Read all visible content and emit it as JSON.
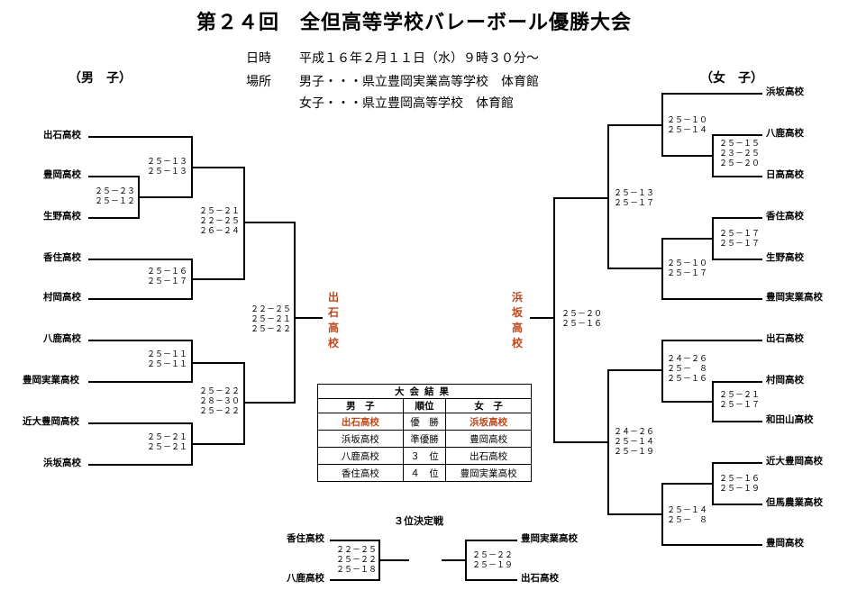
{
  "header": {
    "title": "第２４回　全但高等学校バレーボール優勝大会",
    "date_label": "日時",
    "date_value": "平成１６年２月１１日（水）９時３０分～",
    "place_label": "場所",
    "place_men": "男子・・・県立豊岡実業高等学校　体育館",
    "place_women": "女子・・・県立豊岡高等学校　体育館"
  },
  "men": {
    "heading": "（男　子）",
    "teams": [
      "出石高校",
      "豊岡高校",
      "生野高校",
      "香住高校",
      "村岡高校",
      "八鹿高校",
      "豊岡実業高校",
      "近大豊岡高校",
      "浜坂高校"
    ],
    "scores": {
      "r1_toyooka_ikuno": "２５－２３\n２５－１２",
      "r2_izushi_toyooka": "２５－１３\n２５－１３",
      "r1_kasumi_muraoka": "２５－１６\n２５－１７",
      "sf_top": "２５－２１\n２２－２５\n２６－２４",
      "r1_yoka_jitsugyo": "２５－１１\n２５－１１",
      "r1_kindai_hamasaka": "２５－２１\n２５－２１",
      "sf_bottom": "２５－２２\n２８－３０\n２５－２２",
      "final": "２２－２５\n２５－２１\n２５－２２"
    },
    "champion_chars": [
      "出",
      "石",
      "高",
      "校"
    ]
  },
  "women": {
    "heading": "（女　子）",
    "teams": [
      "浜坂高校",
      "八鹿高校",
      "日高高校",
      "香住高校",
      "生野高校",
      "豊岡実業高校",
      "出石高校",
      "村岡高校",
      "和田山高校",
      "近大豊岡高校",
      "但馬農業高校",
      "豊岡高校"
    ],
    "scores": {
      "r1_yoka_hidaka": "２５－１５\n２３－２５\n２５－２０",
      "r2_hamasaka_yoka": "２５－１０\n２５－１４",
      "r1_kasumi_ikuno": "２５－１７\n２５－１７",
      "r2_kasumi_jitsugyo": "２５－１０\n２５－１７",
      "sf_top": "２５－１３\n２５－１７",
      "r1_muraoka_wadayama": "２５－２１\n２５－１７",
      "r2_izushi_muraoka": "２４－２６\n２５－　８\n２５－１６",
      "r1_kindai_tajima": "２５－１６\n２５－１９",
      "r2_kindai_toyooka": "２５－１４\n２５－　８",
      "sf_bottom": "２４－２６\n２５－１４\n２５－１９",
      "final": "２５－２０\n２５－１６"
    },
    "champion_chars": [
      "浜",
      "坂",
      "高",
      "校"
    ]
  },
  "results": {
    "title": "大会結果",
    "col_men": "男　子",
    "col_rank": "順位",
    "col_women": "女　子",
    "rows": [
      {
        "men": "出石高校",
        "rank": "優　勝",
        "women": "浜坂高校"
      },
      {
        "men": "浜坂高校",
        "rank": "準優勝",
        "women": "豊岡高校"
      },
      {
        "men": "八鹿高校",
        "rank": "３　位",
        "women": "出石高校"
      },
      {
        "men": "香住高校",
        "rank": "４　位",
        "women": "豊岡実業高校"
      }
    ]
  },
  "third_place": {
    "title": "３位決定戦",
    "men_top": "香住高校",
    "men_bottom": "八鹿高校",
    "men_score": "２２－２５\n２５－２２\n２５－１８",
    "women_top": "豊岡実業高校",
    "women_bottom": "出石高校",
    "women_score": "２５－２２\n２５－１９"
  },
  "colors": {
    "winner": "#c0471b"
  }
}
